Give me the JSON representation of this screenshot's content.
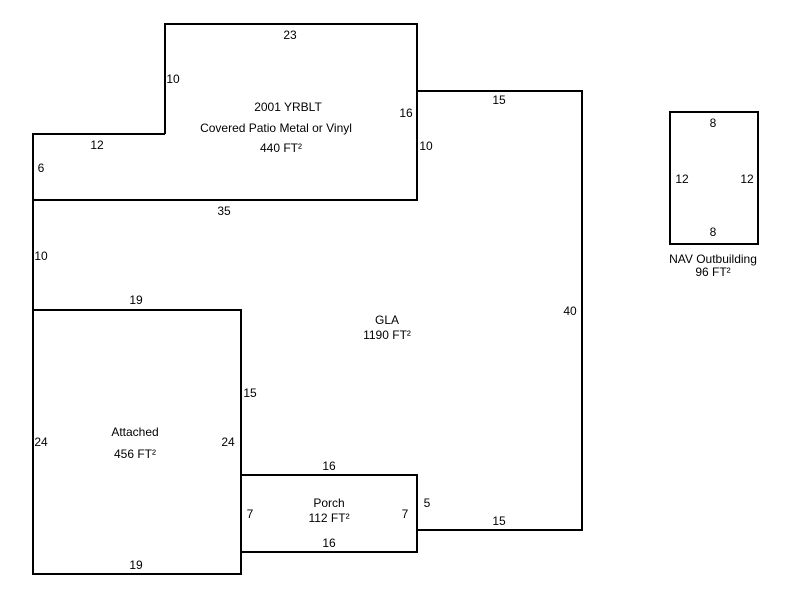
{
  "areas": {
    "patio": {
      "line1": "2001 YRBLT",
      "line2": "Covered Patio Metal or Vinyl",
      "area": "440 FT²"
    },
    "gla": {
      "name": "GLA",
      "area": "1190 FT²"
    },
    "attached": {
      "name": "Attached",
      "area": "456 FT²"
    },
    "porch": {
      "name": "Porch",
      "area": "112 FT²"
    },
    "outbuilding": {
      "name": "NAV Outbuilding",
      "area": "96 FT²"
    }
  },
  "dims": {
    "patio_top": "23",
    "patio_step_v": "10",
    "patio_step_h": "12",
    "patio_left": "6",
    "patio_right": "16",
    "patio_bottom": "35",
    "gla_top": "15",
    "gla_left_upper": "10",
    "gla_inner_v": "10",
    "gla_right": "40",
    "gla_bottom": "15",
    "gla_porch_side": "5",
    "attached_top": "19",
    "attached_left": "24",
    "attached_right_inner": "24",
    "attached_right_outer": "15",
    "attached_bottom": "19",
    "porch_top": "16",
    "porch_left": "7",
    "porch_right": "7",
    "porch_bottom": "16",
    "out_top": "8",
    "out_left": "12",
    "out_right": "12",
    "out_bottom": "8"
  }
}
